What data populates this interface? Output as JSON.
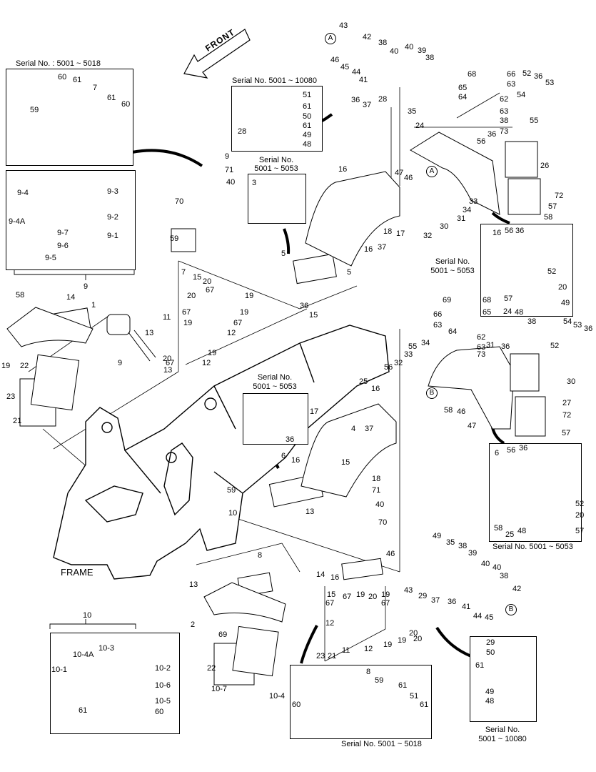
{
  "front_label": "FRONT",
  "frame_label": "FRAME",
  "boxes": {
    "top_left": "Serial No. : 5001 ~ 5018",
    "top_middle": "Serial No. 5001 ~ 10080",
    "serial_5053_upper_line1": "Serial No.",
    "serial_5053_upper_line2": "5001 ~ 5053",
    "right_upper_line1": "Serial No.",
    "right_upper_line2": "5001 ~ 5053",
    "center_line1": "Serial No.",
    "center_line2": "5001 ~ 5053",
    "right_lower": "Serial No. 5001 ~ 5053",
    "bottom_middle": "Serial No. 5001 ~ 5018",
    "bottom_right_line1": "Serial No.",
    "bottom_right_line2": "5001 ~ 10080"
  },
  "group_labels": {
    "g9": "9",
    "g10": "10"
  },
  "circle_refs": {
    "a1": "A",
    "a2": "A",
    "b1": "B",
    "b2": "B"
  },
  "callouts": [
    "43",
    "42",
    "38",
    "40",
    "40",
    "39",
    "38",
    "46",
    "45",
    "44",
    "41",
    "28",
    "36",
    "37",
    "35",
    "60",
    "61",
    "7",
    "61",
    "60",
    "59",
    "51",
    "61",
    "50",
    "61",
    "49",
    "48",
    "28",
    "68",
    "66",
    "63",
    "65",
    "64",
    "62",
    "63",
    "38",
    "52",
    "36",
    "53",
    "54",
    "55",
    "24",
    "36",
    "73",
    "56",
    "47",
    "46",
    "26",
    "33",
    "34",
    "31",
    "30",
    "32",
    "72",
    "57",
    "58",
    "9-4",
    "9-3",
    "9-2",
    "9-4A",
    "9-7",
    "9-1",
    "9-6",
    "9-5",
    "9",
    "71",
    "40",
    "70",
    "59",
    "7",
    "15",
    "16",
    "3",
    "5",
    "5",
    "18",
    "17",
    "16",
    "37",
    "36",
    "15",
    "16",
    "56",
    "36",
    "52",
    "20",
    "57",
    "24",
    "48",
    "49",
    "58",
    "14",
    "1",
    "13",
    "9",
    "13",
    "20",
    "67",
    "19",
    "20",
    "19",
    "67",
    "12",
    "11",
    "67",
    "19",
    "20",
    "19",
    "12",
    "67",
    "19",
    "22",
    "23",
    "21",
    "69",
    "68",
    "66",
    "65",
    "63",
    "64",
    "62",
    "63",
    "38",
    "54",
    "53",
    "36",
    "52",
    "55",
    "34",
    "33",
    "31",
    "36",
    "73",
    "56",
    "32",
    "30",
    "27",
    "72",
    "57",
    "58",
    "46",
    "47",
    "25",
    "16",
    "17",
    "4",
    "37",
    "36",
    "6",
    "16",
    "15",
    "18",
    "71",
    "40",
    "70",
    "59",
    "10",
    "13",
    "6",
    "56",
    "36",
    "52",
    "20",
    "57",
    "58",
    "25",
    "48",
    "49",
    "35",
    "38",
    "39",
    "40",
    "40",
    "38",
    "42",
    "43",
    "29",
    "37",
    "36",
    "41",
    "44",
    "45",
    "46",
    "8",
    "13",
    "2",
    "14",
    "16",
    "15",
    "67",
    "19",
    "20",
    "19",
    "67",
    "67",
    "12",
    "11",
    "12",
    "19",
    "20",
    "20",
    "19",
    "23",
    "21",
    "69",
    "22",
    "10-7",
    "10-4",
    "10-3",
    "10-4A",
    "10-2",
    "10-1",
    "10-6",
    "10-5",
    "60",
    "61",
    "8",
    "59",
    "61",
    "60",
    "51",
    "61",
    "29",
    "50",
    "61",
    "49",
    "48"
  ]
}
